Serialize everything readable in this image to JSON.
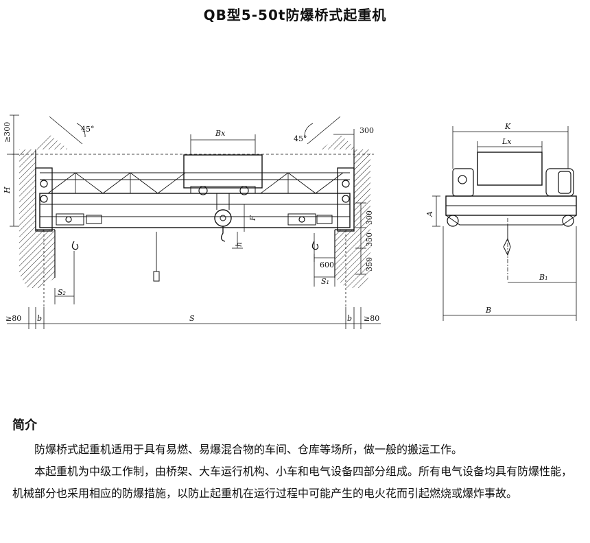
{
  "title": "QB型5-50t防爆桥式起重机",
  "labels": {
    "ge300_left": "≥300",
    "H": "H",
    "angle_left": "45°",
    "angle_right": "45°",
    "Bx": "Bx",
    "dim_300_top": "300",
    "F": "F",
    "h": "h",
    "dim_300_side": "300",
    "dim_350_a": "350",
    "dim_600": "600",
    "dim_350_b": "350",
    "S1": "S₁",
    "S2": "S₂",
    "ge80_left": "≥80",
    "b_left": "b",
    "S": "S",
    "b_right": "b",
    "ge80_right": "≥80",
    "K": "K",
    "Lx": "Lx",
    "A": "A",
    "B1": "B₁",
    "B": "B"
  },
  "intro": {
    "heading": "简介",
    "paragraphs": [
      "防爆桥式起重机适用于具有易燃、易爆混合物的车间、仓库等场所，做一般的搬运工作。",
      "本起重机为中级工作制，由桥架、大车运行机构、小车和电气设备四部分组成。所有电气设备均具有防爆性能，机械部分也采用相应的防爆措施，以防止起重机在运行过程中可能产生的电火花而引起燃烧或爆炸事故。"
    ]
  }
}
